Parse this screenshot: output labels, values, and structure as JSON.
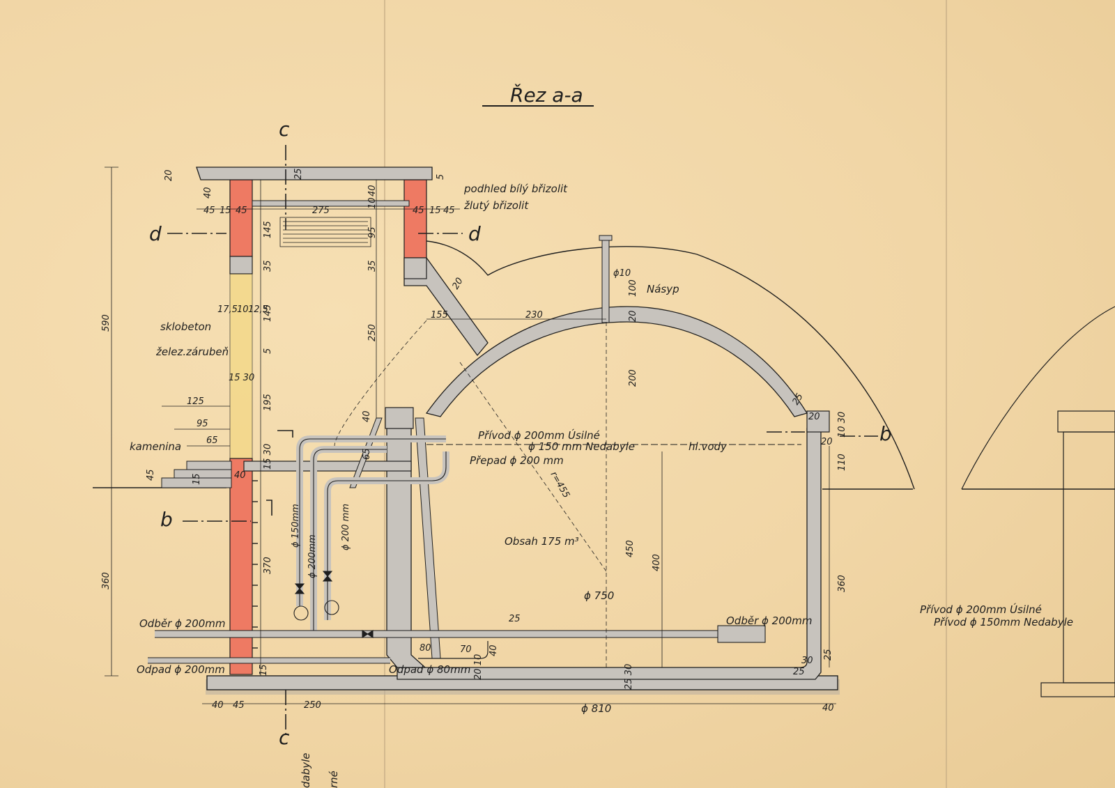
{
  "colors": {
    "paper": "#f2d7a7",
    "concrete": "#c7c3bd",
    "brick": "#ee7a63",
    "glass_block": "#f3d77a",
    "ink": "#1e1e1e"
  },
  "title": "Řez a-a",
  "section_marks": {
    "c": "c",
    "d": "d",
    "b": "b"
  },
  "labels": {
    "podhled": "podhled bílý břizolit",
    "zluty": "žlutý břizolit",
    "nasyp": "Násyp",
    "sklobeton": "sklobeton",
    "zaruben": "želez.zárubeň",
    "kamenina": "kamenina",
    "privod1": "Přívod   ϕ 200mm Úsilné",
    "privod2": "ϕ 150 mm Nedabyle",
    "hlvody": "hl.vody",
    "prepad": "Přepad  ϕ 200 mm",
    "obsah": "Obsah 175 m³",
    "odber_left": "Odběr ϕ 200mm",
    "odpad_left": "Odpad ϕ 200mm",
    "odber_right": "Odběr ϕ 200mm",
    "odpad80": "Odpad ϕ 80mm",
    "pipe150": "ϕ 150mm",
    "pipe200a": "ϕ 200mm",
    "pipe200b": "ϕ 200 mm",
    "phi10": "ϕ10",
    "phi750": "ϕ 750",
    "phi810": "ϕ 810",
    "radius": "r=455",
    "right_privod1": "Přívod ϕ 200mm Úsilné",
    "right_privod2": "Přívod  ϕ 150mm Nedabyle",
    "bottom_frag1": "dabyle",
    "bottom_frag2": "rné"
  },
  "dims": {
    "d20": "20",
    "d40": "40",
    "d45a": "45",
    "d15a": "15",
    "d45b": "45",
    "d275": "275",
    "d25": "25",
    "d5": "5",
    "d10": "10",
    "d40b": "40",
    "d45c": "45",
    "d15b": "15",
    "d45d": "45",
    "d145": "145",
    "d95": "95",
    "d35a": "35",
    "d35b": "35",
    "d250": "250",
    "d590": "590",
    "d175": "17,5",
    "d10b": "10",
    "d125": "12,5",
    "d145b": "145",
    "d5b": "5",
    "d1530": "15 30",
    "d195": "195",
    "d125b": "125",
    "d95b": "95",
    "d65": "65",
    "d45e": "45",
    "d1530b": "15 30",
    "d40c": "40",
    "d15c": "15",
    "d65b": "65",
    "d40d": "40",
    "d370": "370",
    "d360": "360",
    "d155": "155",
    "d230": "230",
    "d20b": "20",
    "d100": "100",
    "d200": "200",
    "d20c": "20",
    "d25b": "25",
    "d20d": "20",
    "d1030": "10 30",
    "d110": "110",
    "d450": "450",
    "d400": "400",
    "d360b": "360",
    "d25c": "25",
    "d80": "80",
    "d70": "70",
    "d40e": "40",
    "d2010": "20 10",
    "d30": "30",
    "d25d": "25",
    "d25e": "25",
    "d2530": "25 30",
    "d40f": "40",
    "d45f": "45",
    "d250b": "250",
    "d40g": "40",
    "d15d": "15"
  }
}
